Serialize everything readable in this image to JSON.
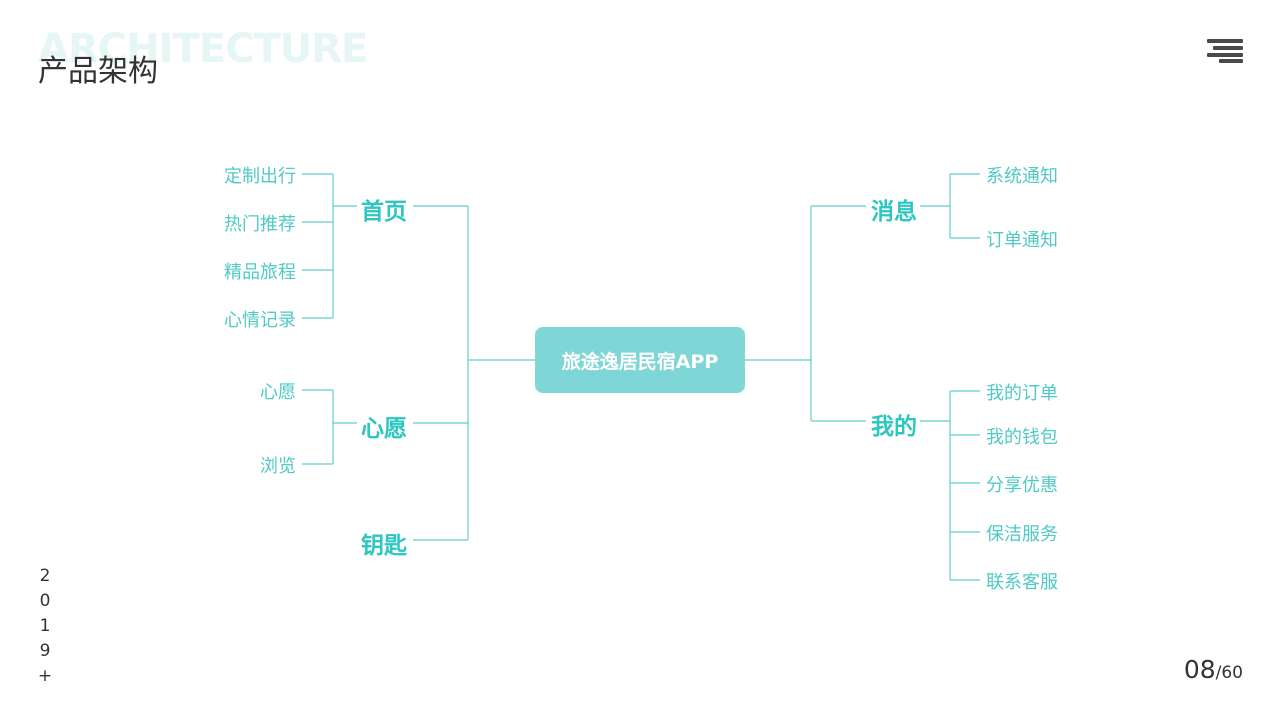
{
  "header": {
    "bg_word": "ARCHITECTURE",
    "title": "产品架构"
  },
  "menu_icon": "hamburger-menu-icon",
  "side_year": [
    "2",
    "0",
    "1",
    "9",
    "+"
  ],
  "pagination": {
    "current": "08",
    "total": "/60"
  },
  "colors": {
    "accent": "#2cc7c0",
    "center_fill": "#7fd6d6",
    "line": "#60cfcc",
    "text_dark": "#333333"
  },
  "mindmap": {
    "center": "旅途逸居民宿APP",
    "left": [
      {
        "label": "首页",
        "children": [
          "定制出行",
          "热门推荐",
          "精品旅程",
          "心情记录"
        ]
      },
      {
        "label": "心愿",
        "children": [
          "心愿",
          "浏览"
        ]
      },
      {
        "label": "钥匙",
        "children": []
      }
    ],
    "right": [
      {
        "label": "消息",
        "children": [
          "系统通知",
          "订单通知"
        ]
      },
      {
        "label": "我的",
        "children": [
          "我的订单",
          "我的钱包",
          "分享优惠",
          "保洁服务",
          "联系客服"
        ]
      }
    ]
  }
}
